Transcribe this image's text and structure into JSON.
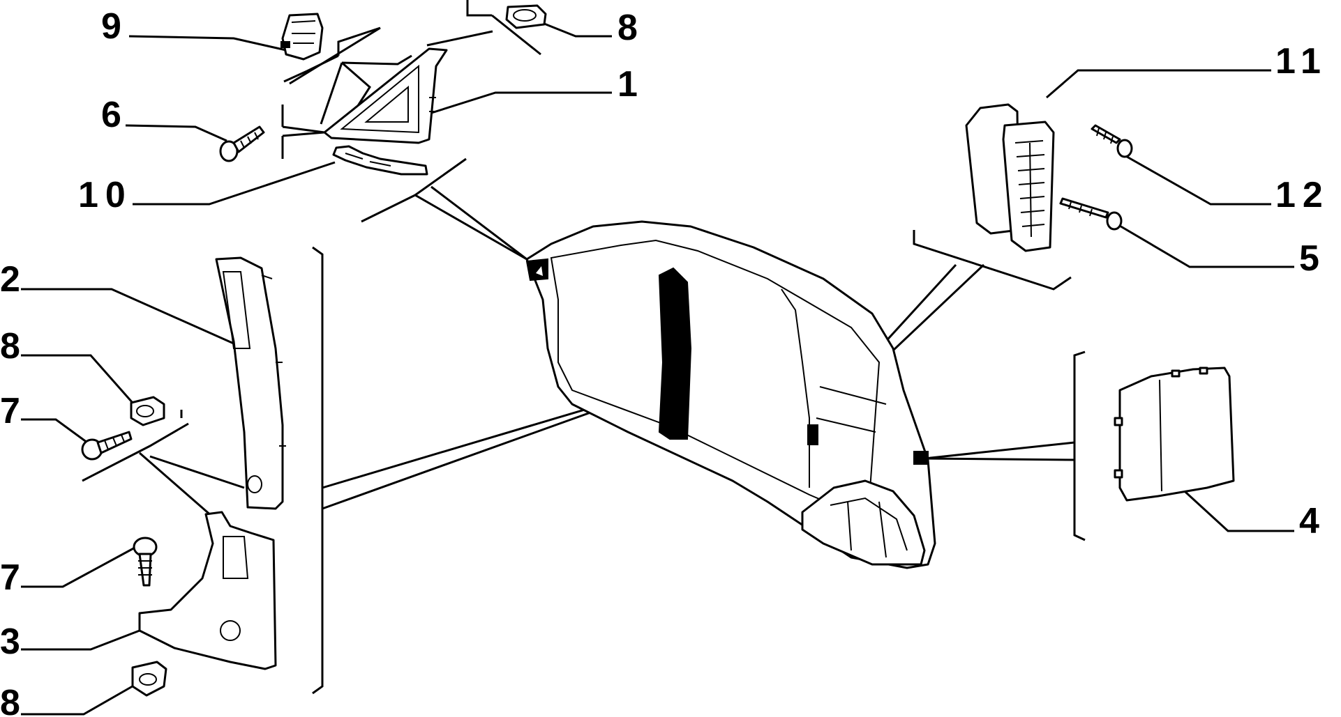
{
  "callouts": {
    "c1": "1",
    "c2": "2",
    "c3": "3",
    "c4": "4",
    "c5": "5",
    "c6": "6",
    "c7a": "7",
    "c7b": "7",
    "c8a": "8",
    "c8b": "8",
    "c8c": "8",
    "c9": "9",
    "c10": "10",
    "c11": "11",
    "c12": "12"
  },
  "colors": {
    "ink": "#000000",
    "paper": "#ffffff"
  }
}
